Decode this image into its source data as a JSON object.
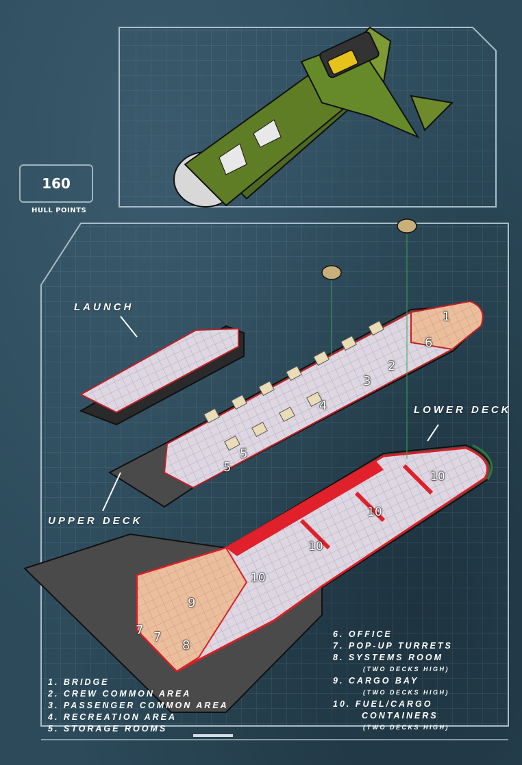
{
  "hull": {
    "value": "160",
    "label": "HULL POINTS"
  },
  "labels": {
    "launch": "LAUNCH",
    "upper_deck": "UPPER DECK",
    "lower_deck": "LOWER DECK"
  },
  "rooms": {
    "r1": "1",
    "r2": "2",
    "r3": "3",
    "r4": "4",
    "r5a": "5",
    "r5b": "5",
    "r6": "6",
    "r7a": "7",
    "r7b": "7",
    "r8": "8",
    "r9": "9",
    "r10a": "10",
    "r10b": "10",
    "r10c": "10",
    "r10d": "10"
  },
  "legend_left": [
    "1.  BRIDGE",
    "2.  CREW COMMON AREA",
    "3.  PASSENGER COMMON AREA",
    "4.  RECREATION AREA",
    "5.  STORAGE ROOMS"
  ],
  "legend_right": {
    "l6": "6.  OFFICE",
    "l7": "7.  POP-UP TURRETS",
    "l8": "8.  SYSTEMS ROOM",
    "l8s": "(TWO DECKS HIGH)",
    "l9": "9.  CARGO BAY",
    "l9s": "(TWO DECKS HIGH)",
    "l10": "10.  FUEL/CARGO",
    "l10b": "CONTAINERS",
    "l10s": "(TWO DECKS HIGH)"
  },
  "colors": {
    "frame": "#a9bcc8",
    "deck_fill": "#d9d3dd",
    "room_warm": "#e9b48f",
    "wall_red": "#e0202a",
    "hull_dark": "#4a4a4a",
    "ship_green": "#6f8a2a"
  }
}
